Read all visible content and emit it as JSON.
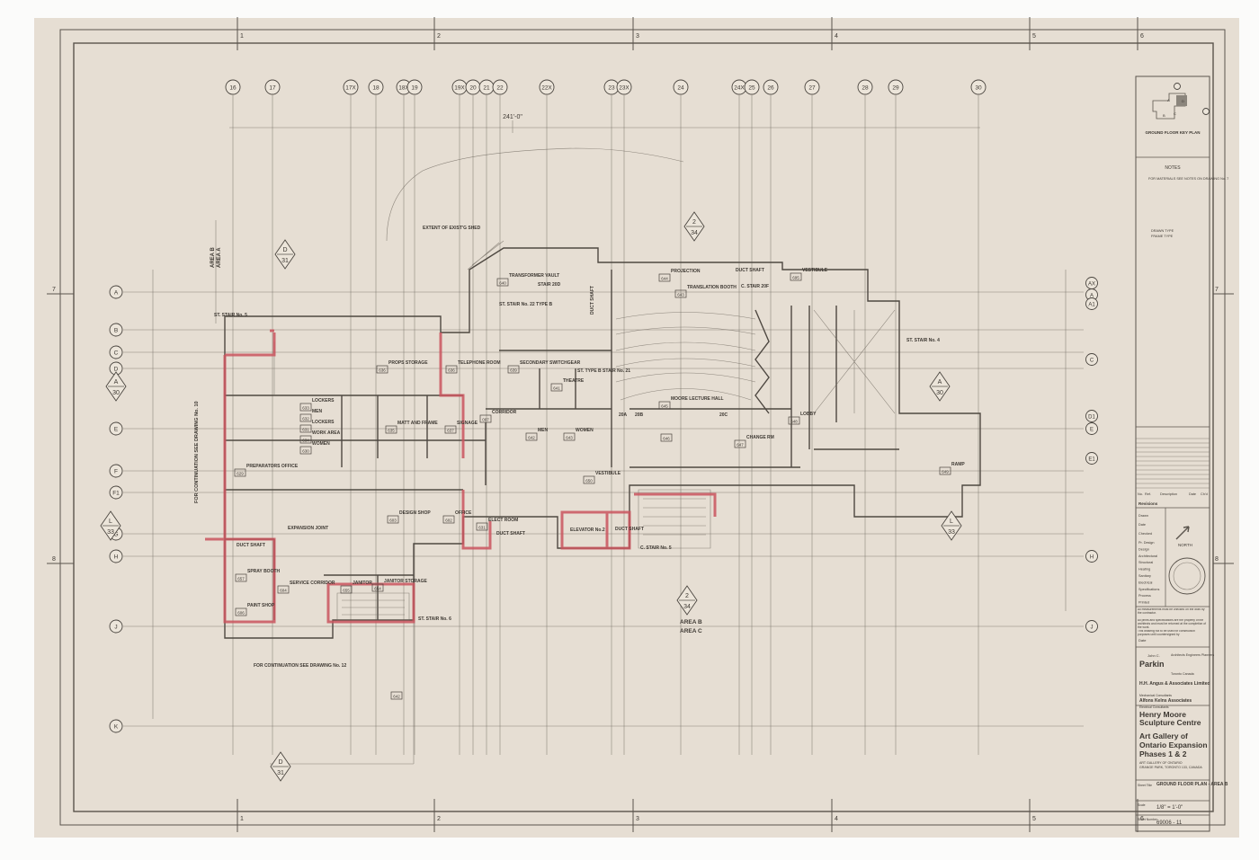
{
  "border": {
    "columns": [
      "1",
      "2",
      "3",
      "4",
      "5",
      "6"
    ],
    "rows": [
      "7",
      "8"
    ]
  },
  "grid": {
    "columns": [
      "16",
      "17",
      "17X",
      "18",
      "18X",
      "19",
      "19X",
      "20",
      "21",
      "22",
      "22X",
      "23",
      "23X",
      "24",
      "24X",
      "25",
      "26",
      "27",
      "28",
      "29",
      "30"
    ],
    "rows_left": [
      "A",
      "B",
      "C",
      "D",
      "E",
      "F",
      "F1",
      "G",
      "H",
      "J",
      "K"
    ],
    "rows_right": [
      "AX",
      "A",
      "A1",
      "C",
      "D1",
      "E",
      "E1",
      "H",
      "J"
    ]
  },
  "dimensions": {
    "overall": "241'-0\""
  },
  "section_markers": [
    {
      "letter": "D",
      "sheet": "31"
    },
    {
      "letter": "D",
      "sheet": "31"
    },
    {
      "letter": "A",
      "sheet": "30"
    },
    {
      "letter": "A",
      "sheet": "30"
    },
    {
      "letter": "L",
      "sheet": "33"
    },
    {
      "letter": "L",
      "sheet": "33"
    },
    {
      "letter": "2",
      "sheet": "34"
    },
    {
      "letter": "2",
      "sheet": "34"
    }
  ],
  "rooms": [
    {
      "name": "PROPS STORAGE",
      "number": "636"
    },
    {
      "name": "TELEPHONE ROOM",
      "number": "636"
    },
    {
      "name": "LOCKERS",
      "number": "633"
    },
    {
      "name": "MEN",
      "number": "632"
    },
    {
      "name": "LOCKERS",
      "number": "631"
    },
    {
      "name": "WORK AREA",
      "number": "634"
    },
    {
      "name": "WOMEN",
      "number": "630"
    },
    {
      "name": "MATT AND FRAME",
      "number": "635"
    },
    {
      "name": "SIGNAGE",
      "number": "637"
    },
    {
      "name": "CORRIDOR",
      "number": "097"
    },
    {
      "name": "PREPARATORS OFFICE",
      "number": "629"
    },
    {
      "name": "DESIGN SHOP",
      "number": "603"
    },
    {
      "name": "OFFICE",
      "number": "602"
    },
    {
      "name": "SPRAY BOOTH",
      "number": "657"
    },
    {
      "name": "PAINT SHOP",
      "number": "606"
    },
    {
      "name": "SERVICE CORRIDOR",
      "number": "604"
    },
    {
      "name": "JANITOR",
      "number": "655"
    },
    {
      "name": "JANITOR STORAGE",
      "number": "654"
    },
    {
      "name": "TRANSFORMER VAULT",
      "number": "640"
    },
    {
      "name": "SECONDARY SWITCHGEAR",
      "number": "639"
    },
    {
      "name": "THEATRE",
      "number": "641"
    },
    {
      "name": "MEN",
      "number": "642"
    },
    {
      "name": "WOMEN",
      "number": "643"
    },
    {
      "name": "VESTIBULE",
      "number": "650"
    },
    {
      "name": "ELECT ROOM",
      "number": "631"
    },
    {
      "name": "PROJECTION",
      "number": "644"
    },
    {
      "name": "TRANSLATION BOOTH",
      "number": "643"
    },
    {
      "name": "VESTIBULE",
      "number": "695"
    },
    {
      "name": "MOORE LECTURE HALL",
      "number": "645"
    },
    {
      "name": "",
      "number": "646"
    },
    {
      "name": "CHANGE RM",
      "number": "647"
    },
    {
      "name": "LOBBY",
      "number": "648"
    },
    {
      "name": "RAMP",
      "number": "649"
    },
    {
      "name": "",
      "number": "642"
    }
  ],
  "labels": [
    "ST. STAIR No. 5",
    "EXPANSION JOINT",
    "DUCT SHAFT",
    "ST. STAIR No. 6",
    "ST. STAIR No. 22 TYPE B",
    "ST. TYPE B STAIR No. 21",
    "DUCT SHAFT",
    "ELEVATOR No.2",
    "DUCT SHAFT",
    "C. STAIR No. 5",
    "STAIR 20D",
    "DUCT SHAFT",
    "C. STAIR 20F",
    "ST. STAIR No. 4",
    "20A",
    "20B",
    "20C",
    "DUCT SHAFT",
    "AREA B",
    "AREA C",
    "FOR CONTINUATION SEE DRAWING No. 12",
    "EXTENT OF EXIST'G SHED"
  ],
  "vertical_labels": [
    "FOR CONTINUATION SEE DRAWING No. 10",
    "AREA A",
    "AREA B"
  ],
  "title_block": {
    "key_plan": {
      "title": "GROUND FLOOR KEY PLAN",
      "areas": [
        "A",
        "B",
        "C",
        "D"
      ]
    },
    "notes": {
      "heading": "NOTES",
      "text": "FOR MATERIALS SEE NOTES ON DRAWING No. 7",
      "legend": [
        "DRAWN TYPE",
        "FRAME TYPE"
      ]
    },
    "revisions": {
      "title": "Revisions",
      "headers": [
        "No.",
        "Ref.",
        "Description",
        "Date",
        "Ch'd"
      ]
    },
    "signoff": [
      "Drawn",
      "Date",
      "Checked",
      "Pr. Design",
      "Design",
      "Architectural",
      "Structural",
      "Heating",
      "Sanitary",
      "Electrical",
      "Specifications",
      "Process",
      "Printed"
    ],
    "north": "NORTH",
    "disclaimers": [
      "All measurements must be checked on the work by the contractor.",
      "All prints and specifications are the property of the architects and must be returned at the completion of the work.",
      "This drawing not to be used for construction purposes until countersigned by"
    ],
    "date_label": "Date",
    "architect": {
      "first": "John C.",
      "name": "Parkin",
      "role": "Architects Engineers Planners",
      "city": "Toronto Canada"
    },
    "consultants": [
      {
        "name": "H.H. Angus & Associates Limited",
        "role": "Mechanical Consultants"
      },
      {
        "name": "Alfons Kelns Associates",
        "role": "Electrical Consultants"
      }
    ],
    "project": {
      "line1": "Henry Moore",
      "line2": "Sculpture Centre",
      "line3": "Art Gallery of",
      "line4": "Ontario Expansion",
      "line5": "Phases 1 & 2",
      "client1": "ART GALLERY OF ONTARIO",
      "client2": "GRANGE PARK, TORONTO 133, CANADA"
    },
    "sheet_title_label": "Sheet Title",
    "sheet_title": "GROUND FLOOR PLAN - AREA B",
    "scale_label": "Scale",
    "scale": "1/8\" = 1'-0\"",
    "sheet_number_label": "Sheet Number",
    "sheet_number": "69006 - 11"
  },
  "colors": {
    "paper": "#e6ded3",
    "ink": "#4a453f",
    "red": "#c9555e"
  }
}
